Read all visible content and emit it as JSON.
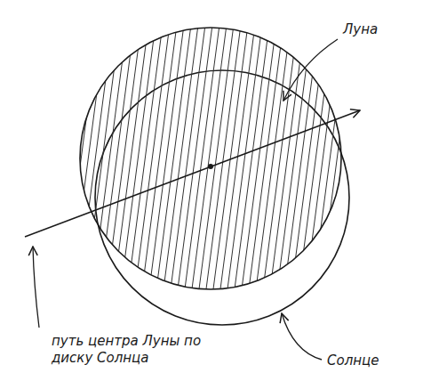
{
  "diagram": {
    "labels": [
      "Луна",
      "путь центра Луны по диску Солнца",
      "Солнце"
    ]
  }
}
